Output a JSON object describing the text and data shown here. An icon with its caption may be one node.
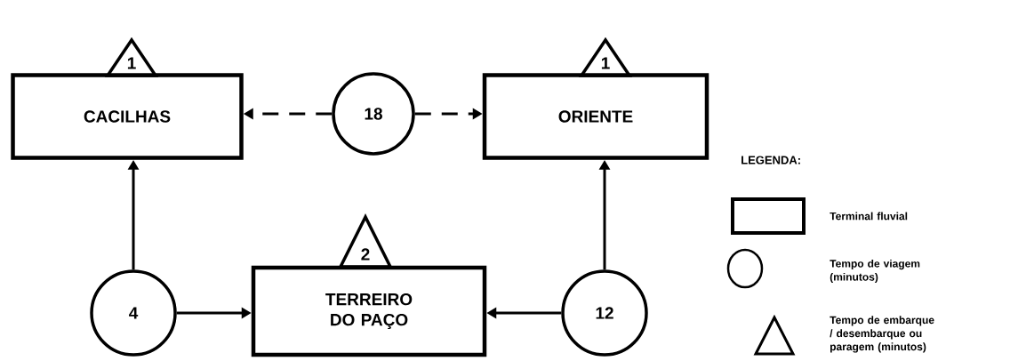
{
  "diagram": {
    "nodes": [
      {
        "text": [
          "1"
        ]
      },
      {
        "text": [
          "1"
        ]
      },
      {
        "text": [
          "CACILHAS"
        ]
      },
      {
        "text": [
          "18"
        ]
      },
      {
        "text": [
          "ORIENTE"
        ]
      },
      {
        "text": [
          "2"
        ]
      },
      {
        "text": [
          "4"
        ]
      },
      {
        "text": [
          "TERREIRO DO PAÇO"
        ]
      },
      {
        "text": [
          "12"
        ]
      }
    ],
    "edges": [
      {
        "from": 3,
        "to": 2,
        "arrow": "to",
        "style": "dashed"
      },
      {
        "from": 3,
        "to": 4,
        "arrow": "to",
        "style": "dashed"
      },
      {
        "from": 6,
        "to": 2,
        "arrow": "to"
      },
      {
        "from": 6,
        "to": 7,
        "arrow": "to"
      },
      {
        "from": 8,
        "to": 7,
        "arrow": "to"
      },
      {
        "from": 8,
        "to": 4,
        "arrow": "to"
      }
    ],
    "labels": [
      "LEGENDA:"
    ],
    "legend": [
      {
        "text": "Terminal fluvial"
      },
      {
        "text": "Tempo de viagem (minutos)"
      },
      {
        "text": "Tempo de embarque / desembarque ou paragem (minutos)"
      }
    ]
  }
}
